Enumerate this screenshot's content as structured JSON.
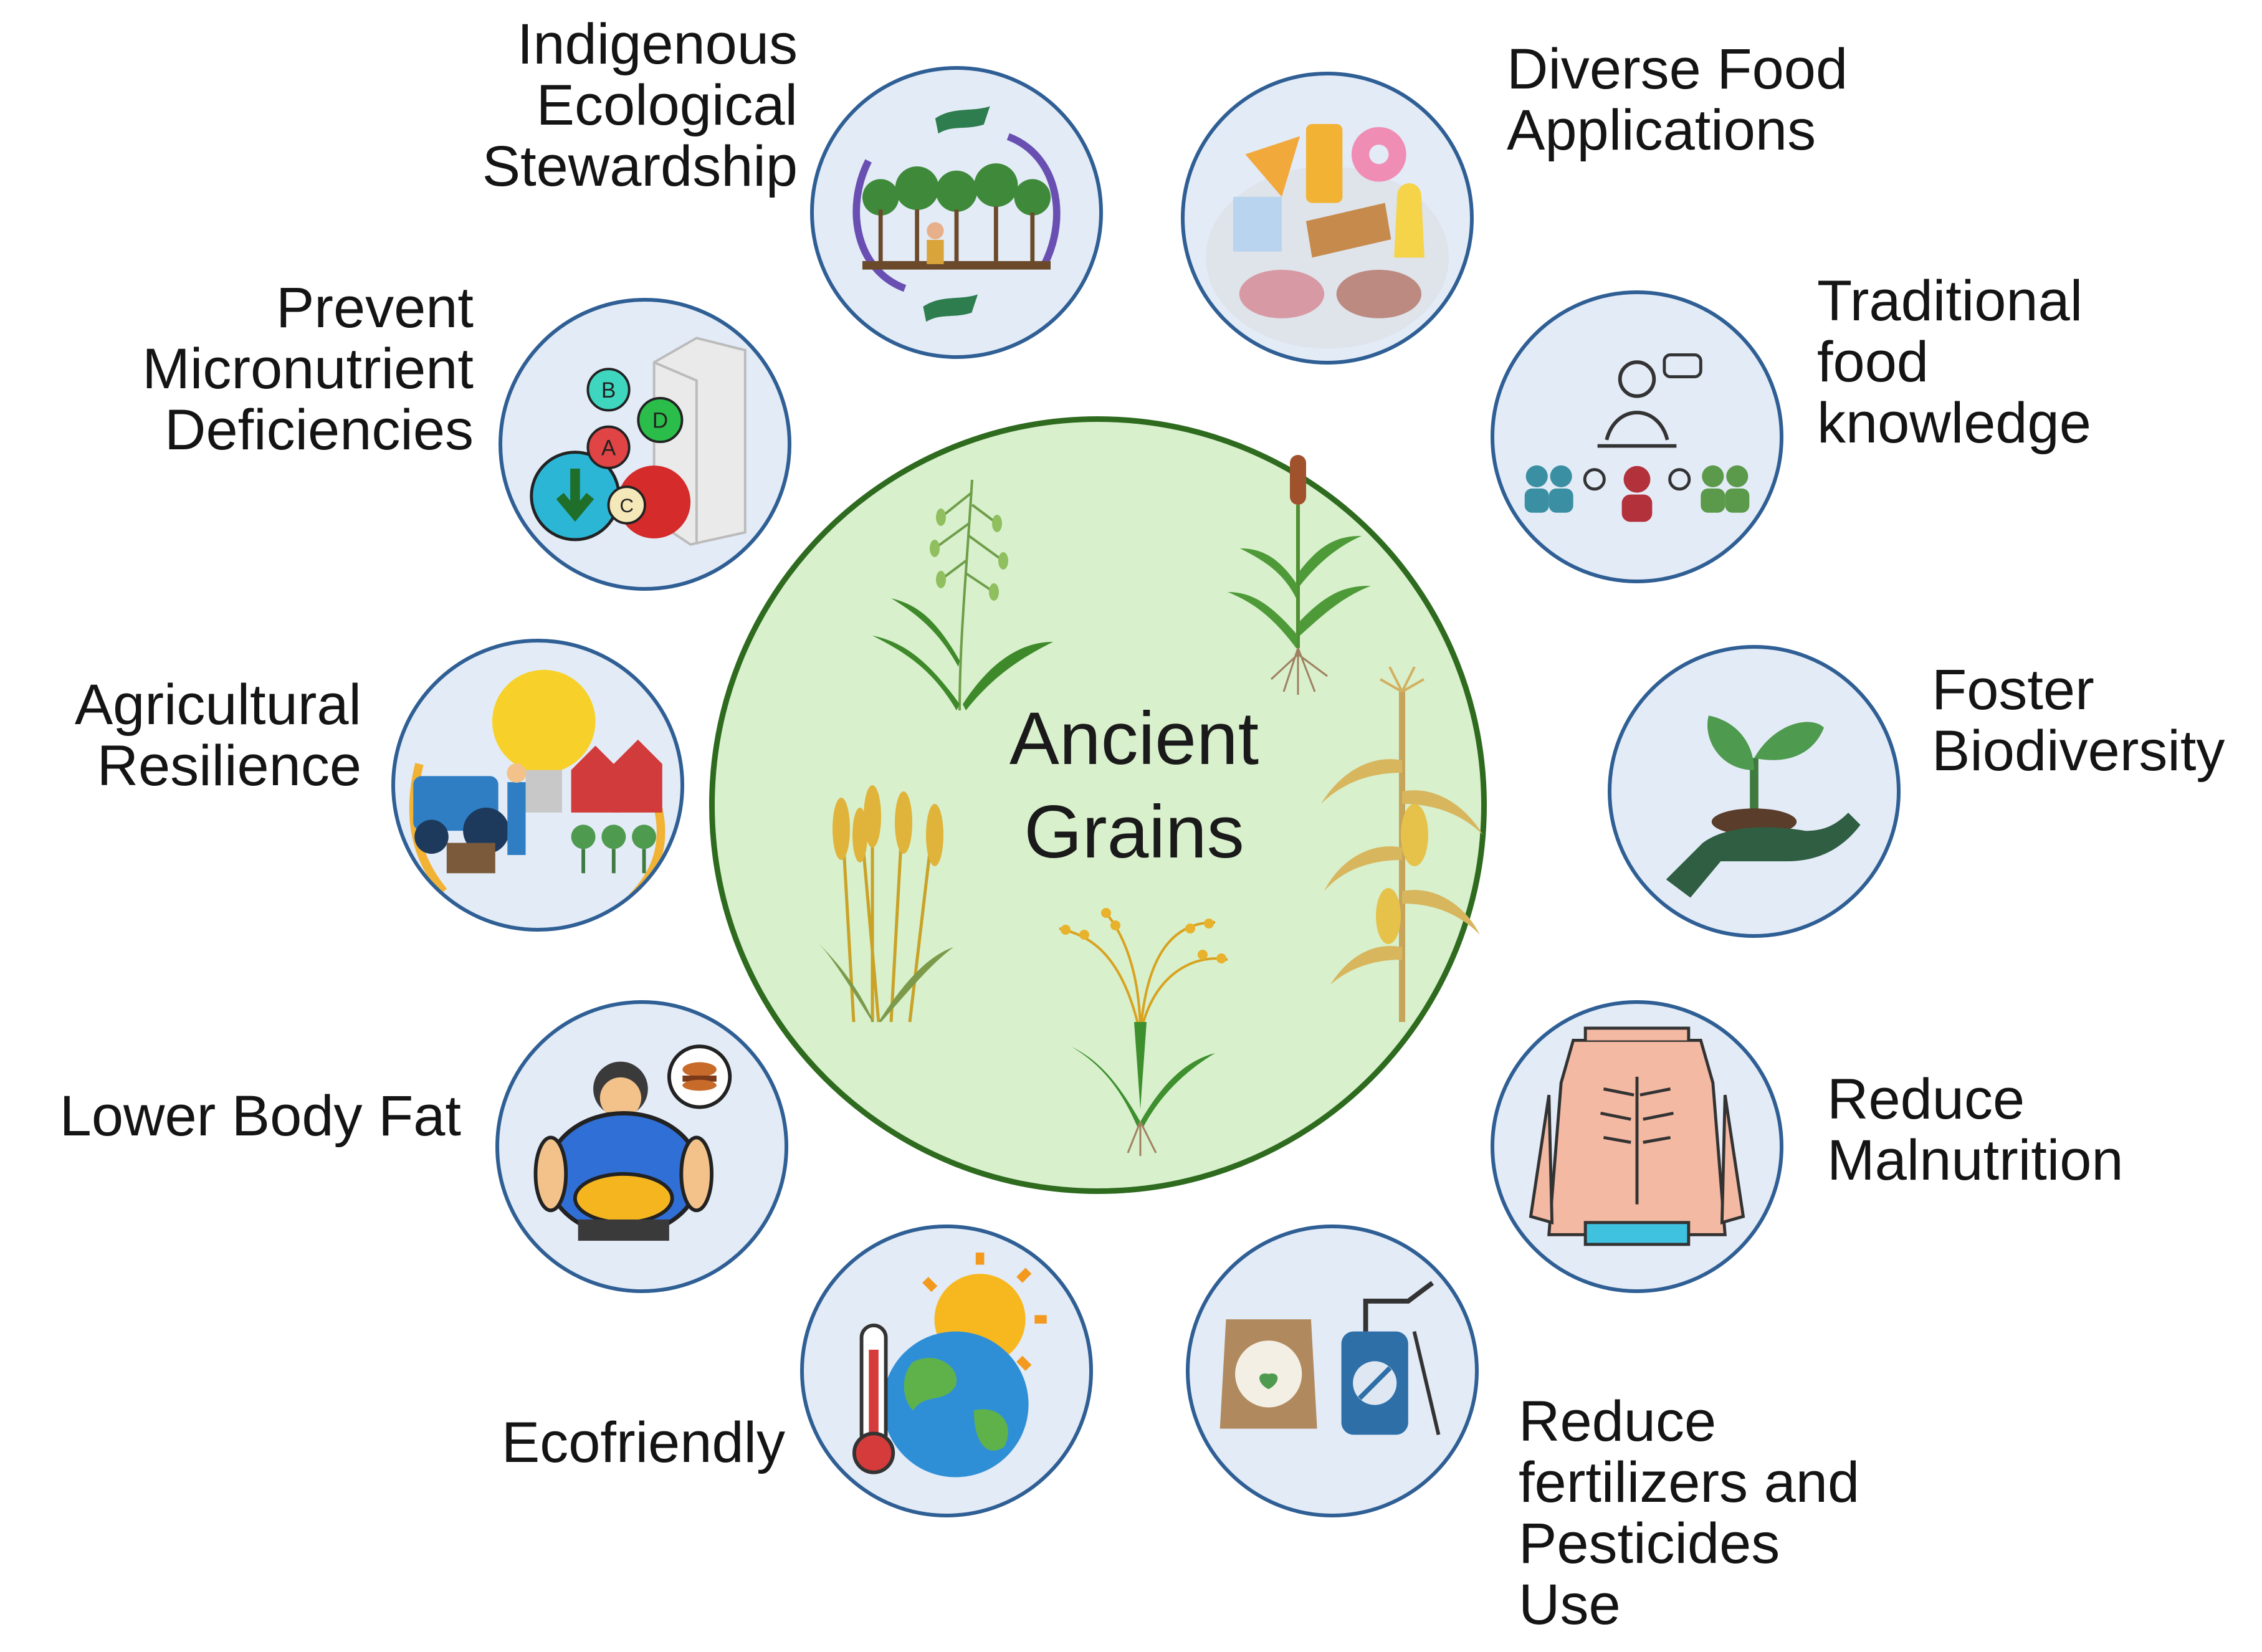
{
  "center": {
    "title": "Ancient Grains"
  },
  "benefits": [
    {
      "id": "indigenous",
      "label": "Indigenous\nEcological\nStewardship",
      "icon": "forest-hands-cycle-icon"
    },
    {
      "id": "diverse-food",
      "label": "Diverse Food\nApplications",
      "icon": "food-products-plate-icon"
    },
    {
      "id": "traditional",
      "label": "Traditional\nfood\nknowledge",
      "icon": "teacher-audience-icon"
    },
    {
      "id": "biodiversity",
      "label": "Foster\nBiodiversity",
      "icon": "hand-sprout-icon"
    },
    {
      "id": "malnutrition",
      "label": "Reduce\nMalnutrition",
      "icon": "thin-torso-icon"
    },
    {
      "id": "fertilizers",
      "label": "Reduce\nfertilizers and\nPesticides\nUse",
      "icon": "fertilizer-sprayer-icon"
    },
    {
      "id": "ecofriendly",
      "label": "Ecofriendly",
      "icon": "earth-sun-thermometer-icon"
    },
    {
      "id": "body-fat",
      "label": "Lower Body Fat",
      "icon": "obese-person-burger-icon"
    },
    {
      "id": "resilience",
      "label": "Agricultural\nResilience",
      "icon": "farm-tractor-bulb-icon"
    },
    {
      "id": "micronutrient",
      "label": "Prevent\nMicronutrient\nDeficiencies",
      "icon": "vitamins-apple-milk-icon"
    }
  ],
  "vitamin_letters": [
    "A",
    "B",
    "C",
    "D"
  ],
  "colors": {
    "node_fill": "#e3ebf7",
    "node_border": "#2f5f94",
    "center_fill": "#d8f0cc",
    "center_border": "#2e6b1f"
  }
}
